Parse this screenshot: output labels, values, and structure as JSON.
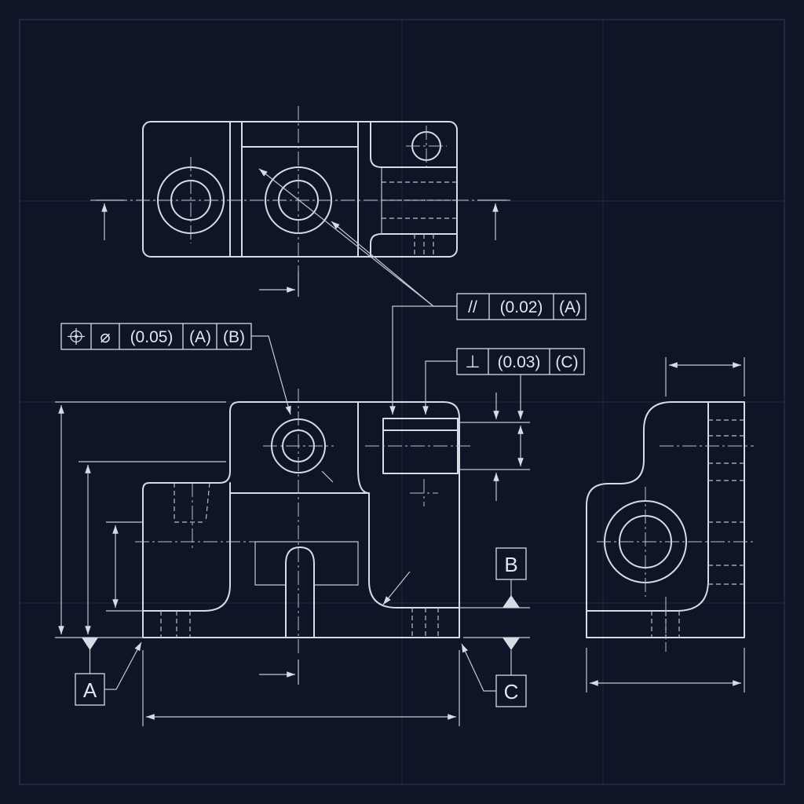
{
  "colors": {
    "background": "#0d1526",
    "line": "#d6dbe4",
    "grid": "#1f2b44"
  },
  "fcf_position": {
    "symbol_icon": "position-symbol",
    "diameter_symbol": "⌀",
    "tolerance": "(0.05)",
    "datum_1": "(A)",
    "datum_2": "(B)"
  },
  "fcf_parallelism": {
    "symbol": "//",
    "tolerance": "(0.02)",
    "datum_1": "(A)"
  },
  "fcf_perpendicularity": {
    "symbol": "⊥",
    "tolerance": "(0.03)",
    "datum_1": "(C)"
  },
  "datums": {
    "a": "A",
    "b": "B",
    "c": "C"
  }
}
